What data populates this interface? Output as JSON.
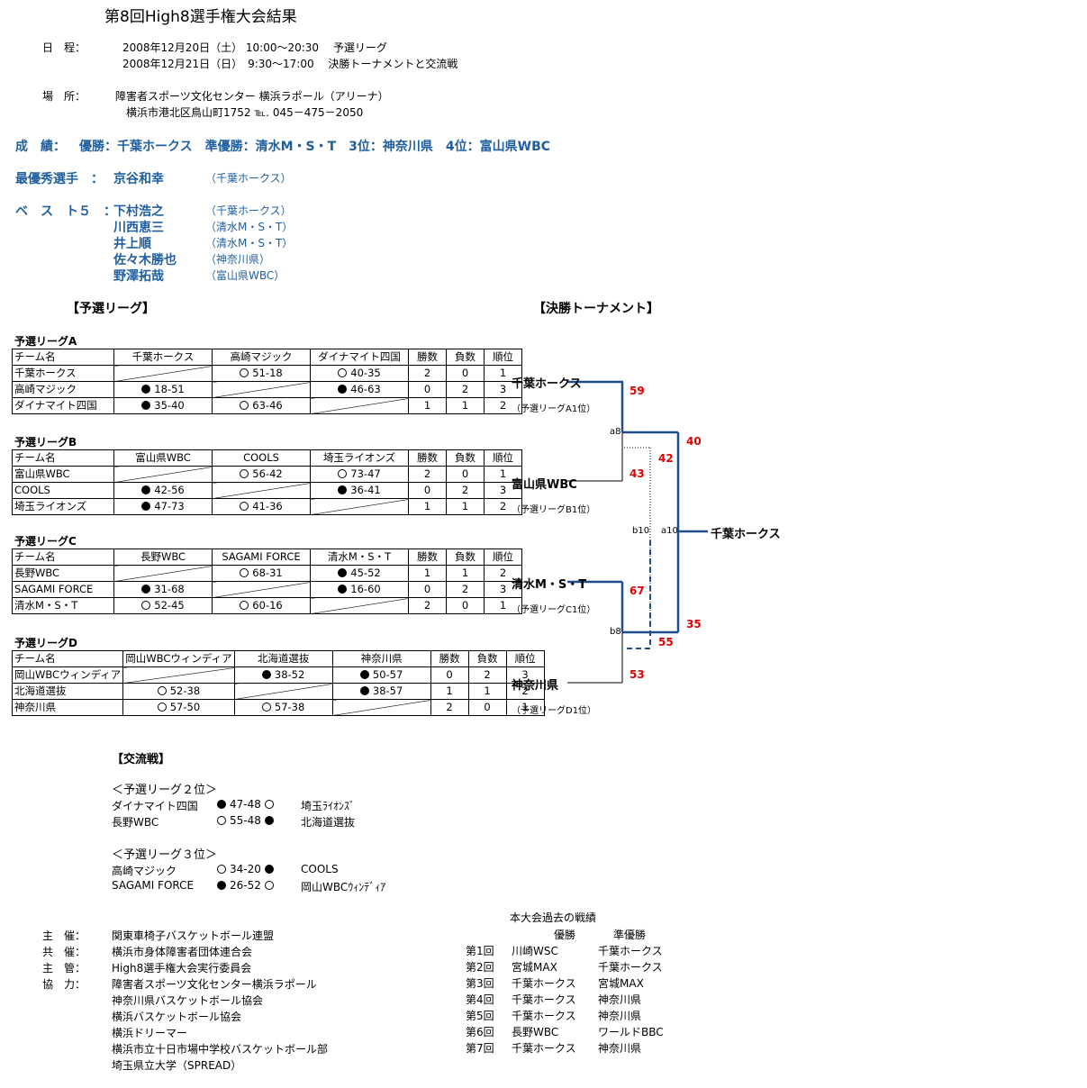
{
  "title": "第8回High8選手権大会結果",
  "schedule": {
    "label": "日　程：",
    "day1": "2008年12月20日（土） 10:00～20:30　 予選リーグ",
    "day2": "2008年12月21日（日）　9:30～17:00　 決勝トーナメントと交流戦"
  },
  "venue": {
    "label": "場　所：",
    "line1": "障害者スポーツ文化センター 横浜ラポール（アリーナ）",
    "line2": "横浜市港北区鳥山町1752 ℡. 045－475－2050"
  },
  "results": {
    "label": "成　績：",
    "text": "優勝：千葉ホークス　準優勝：清水M・S・T　3位：神奈川県　4位：富山県WBC"
  },
  "mvp": {
    "label": "最優秀選手　：",
    "name": "京谷和幸",
    "team": "（千葉ホークス）"
  },
  "best5": {
    "label": "ベ　ス　ト５　：",
    "players": [
      {
        "name": "下村浩之",
        "team": "（千葉ホークス）"
      },
      {
        "name": "川西恵三",
        "team": "（清水M・S・T）"
      },
      {
        "name": "井上順",
        "team": "（清水M・S・T）"
      },
      {
        "name": "佐々木勝也",
        "team": "（神奈川県）"
      },
      {
        "name": "野澤拓哉",
        "team": "（富山県WBC）"
      }
    ]
  },
  "prelim_heading": "【予選リーグ】",
  "final_heading": "【決勝トーナメント】",
  "table_headers": {
    "team": "チーム名",
    "wins": "勝数",
    "losses": "負数",
    "rank": "順位"
  },
  "leagues": [
    {
      "name": "予選リーグA",
      "teams": [
        "千葉ホークス",
        "高崎マジック",
        "ダイナマイト四国"
      ],
      "rows": [
        {
          "team": "千葉ホークス",
          "cells": [
            null,
            {
              "mark": "o",
              "score": "51-18"
            },
            {
              "mark": "o",
              "score": "40-35"
            }
          ],
          "wins": "2",
          "losses": "0",
          "rank": "1"
        },
        {
          "team": "高崎マジック",
          "cells": [
            {
              "mark": "b",
              "score": "18-51"
            },
            null,
            {
              "mark": "b",
              "score": "46-63"
            }
          ],
          "wins": "0",
          "losses": "2",
          "rank": "3"
        },
        {
          "team": "ダイナマイト四国",
          "cells": [
            {
              "mark": "b",
              "score": "35-40"
            },
            {
              "mark": "o",
              "score": "63-46"
            },
            null
          ],
          "wins": "1",
          "losses": "1",
          "rank": "2"
        }
      ]
    },
    {
      "name": "予選リーグB",
      "teams": [
        "富山県WBC",
        "COOLS",
        "埼玉ライオンズ"
      ],
      "rows": [
        {
          "team": "富山県WBC",
          "cells": [
            null,
            {
              "mark": "o",
              "score": "56-42"
            },
            {
              "mark": "o",
              "score": "73-47"
            }
          ],
          "wins": "2",
          "losses": "0",
          "rank": "1"
        },
        {
          "team": "COOLS",
          "cells": [
            {
              "mark": "b",
              "score": "42-56"
            },
            null,
            {
              "mark": "b",
              "score": "36-41"
            }
          ],
          "wins": "0",
          "losses": "2",
          "rank": "3"
        },
        {
          "team": "埼玉ライオンズ",
          "cells": [
            {
              "mark": "b",
              "score": "47-73"
            },
            {
              "mark": "o",
              "score": "41-36"
            },
            null
          ],
          "wins": "1",
          "losses": "1",
          "rank": "2"
        }
      ]
    },
    {
      "name": "予選リーグC",
      "teams": [
        "長野WBC",
        "SAGAMI FORCE",
        "清水M・S・T"
      ],
      "rows": [
        {
          "team": "長野WBC",
          "cells": [
            null,
            {
              "mark": "o",
              "score": "68-31"
            },
            {
              "mark": "b",
              "score": "45-52"
            }
          ],
          "wins": "1",
          "losses": "1",
          "rank": "2"
        },
        {
          "team": "SAGAMI FORCE",
          "cells": [
            {
              "mark": "b",
              "score": "31-68"
            },
            null,
            {
              "mark": "b",
              "score": "16-60"
            }
          ],
          "wins": "0",
          "losses": "2",
          "rank": "3"
        },
        {
          "team": "清水M・S・T",
          "cells": [
            {
              "mark": "o",
              "score": "52-45"
            },
            {
              "mark": "o",
              "score": "60-16"
            },
            null
          ],
          "wins": "2",
          "losses": "0",
          "rank": "1"
        }
      ]
    },
    {
      "name": "予選リーグD",
      "teams": [
        "岡山WBCウィンディア",
        "北海道選抜",
        "神奈川県"
      ],
      "rows": [
        {
          "team": "岡山WBCウィンディア",
          "cells": [
            null,
            {
              "mark": "b",
              "score": "38-52"
            },
            {
              "mark": "b",
              "score": "50-57"
            }
          ],
          "wins": "0",
          "losses": "2",
          "rank": "3"
        },
        {
          "team": "北海道選抜",
          "cells": [
            {
              "mark": "o",
              "score": "52-38"
            },
            null,
            {
              "mark": "b",
              "score": "38-57"
            }
          ],
          "wins": "1",
          "losses": "1",
          "rank": "2"
        },
        {
          "team": "神奈川県",
          "cells": [
            {
              "mark": "o",
              "score": "57-50"
            },
            {
              "mark": "o",
              "score": "57-38"
            },
            null
          ],
          "wins": "2",
          "losses": "0",
          "rank": "1"
        }
      ]
    }
  ],
  "bracket": {
    "teams": [
      {
        "name": "千葉ホークス",
        "note": "（予選リーグA1位）"
      },
      {
        "name": "富山県WBC",
        "note": "（予選リーグB1位）"
      },
      {
        "name": "清水M・S・T",
        "note": "（予選リーグC1位）"
      },
      {
        "name": "神奈川県",
        "note": "（予選リーグD1位）"
      }
    ],
    "winner": "千葉ホークス",
    "labels": {
      "a8": "a8",
      "b8": "b8",
      "b10": "b10",
      "a10": "a10"
    },
    "scores": {
      "s59": "59",
      "s43": "43",
      "s40": "40",
      "s42": "42",
      "s67": "67",
      "s53": "53",
      "s35": "35",
      "s55": "55"
    },
    "line_color": "#1f4e8c"
  },
  "exchange": {
    "heading": "【交流戦】",
    "groups": [
      {
        "title": "＜予選リーグ２位＞",
        "games": [
          {
            "left": "ダイナマイト四国",
            "lmark": "b",
            "score": "47-48",
            "rmark": "o",
            "right": "埼玉ﾗｲｵﾝｽﾞ"
          },
          {
            "left": "長野WBC",
            "lmark": "o",
            "score": "55-48",
            "rmark": "b",
            "right": "北海道選抜"
          }
        ]
      },
      {
        "title": "＜予選リーグ３位＞",
        "games": [
          {
            "left": "高崎マジック",
            "lmark": "o",
            "score": "34-20",
            "rmark": "b",
            "right": "COOLS"
          },
          {
            "left": "SAGAMI FORCE",
            "lmark": "b",
            "score": "26-52",
            "rmark": "o",
            "right": "岡山WBCｳｨﾝﾃﾞｨｱ"
          }
        ]
      }
    ]
  },
  "organizers": [
    {
      "label": "主　催：",
      "names": [
        "関東車椅子バスケットボール連盟"
      ]
    },
    {
      "label": "共　催：",
      "names": [
        "横浜市身体障害者団体連合会"
      ]
    },
    {
      "label": "主　管：",
      "names": [
        "High8選手権大会実行委員会"
      ]
    },
    {
      "label": "協　力：",
      "names": [
        "障害者スポーツ文化センター横浜ラポール",
        "神奈川県バスケットボール協会",
        "横浜バスケットボール協会",
        "横浜ドリーマー",
        "横浜市立十日市場中学校バスケットボール部",
        "埼玉県立大学（SPREAD）"
      ]
    }
  ],
  "history": {
    "title": "本大会過去の戦績",
    "col_winner": "優勝",
    "col_runner": "準優勝",
    "rows": [
      {
        "edition": "第1回",
        "winner": "川崎WSC",
        "runner": "千葉ホークス"
      },
      {
        "edition": "第2回",
        "winner": "宮城MAX",
        "runner": "千葉ホークス"
      },
      {
        "edition": "第3回",
        "winner": "千葉ホークス",
        "runner": "宮城MAX"
      },
      {
        "edition": "第4回",
        "winner": "千葉ホークス",
        "runner": "神奈川県"
      },
      {
        "edition": "第5回",
        "winner": "千葉ホークス",
        "runner": "神奈川県"
      },
      {
        "edition": "第6回",
        "winner": "長野WBC",
        "runner": "ワールドBBC"
      },
      {
        "edition": "第7回",
        "winner": "千葉ホークス",
        "runner": "神奈川県"
      }
    ]
  }
}
